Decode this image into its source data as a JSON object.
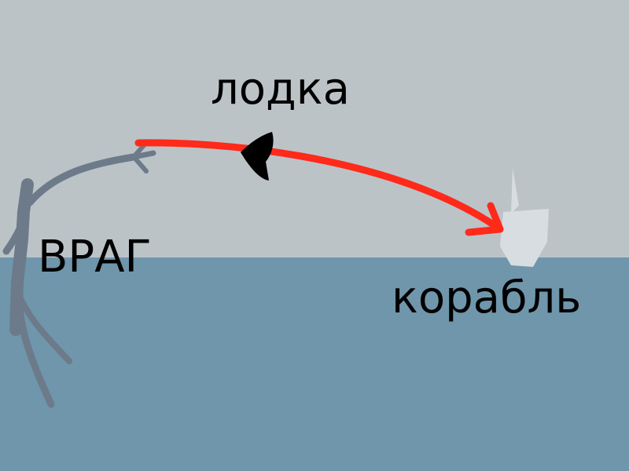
{
  "labels": {
    "boat": "лодка",
    "enemy": "ВРАГ",
    "ship": "корабль"
  },
  "colors": {
    "sky": "#bcc3c7",
    "sea": "#6f96ab",
    "arrow": "#ff2a1a",
    "figure": "#6d7a8a",
    "ship": "#d7dde0",
    "boat": "#000000"
  }
}
